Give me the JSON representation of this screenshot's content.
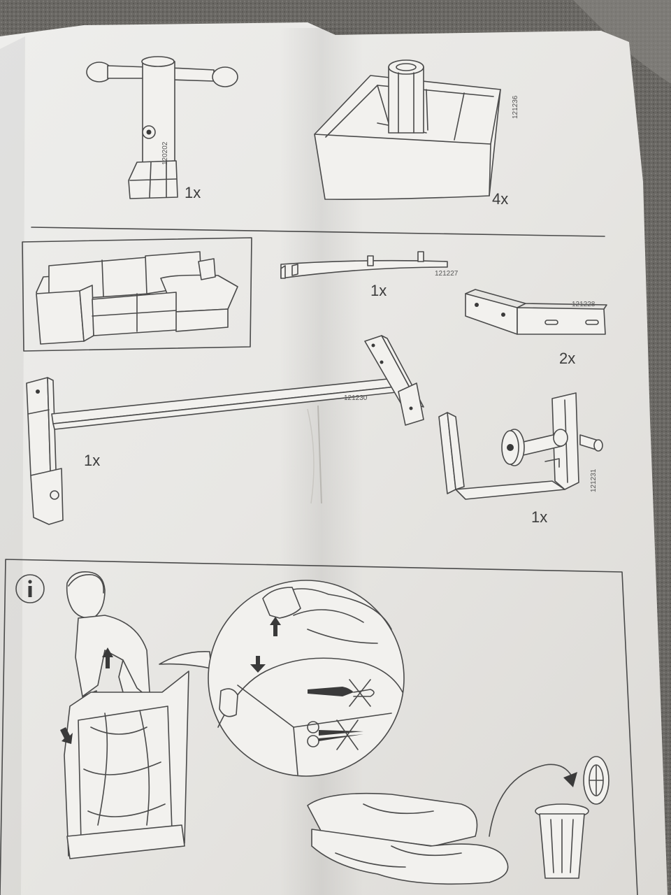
{
  "parts": [
    {
      "code": "120202",
      "qty": "1x"
    },
    {
      "code": "121236",
      "qty": "4x"
    },
    {
      "code": "121227",
      "qty": "1x"
    },
    {
      "code": "121228",
      "qty": "2x"
    },
    {
      "code": "121230",
      "qty": "1x"
    },
    {
      "code": "121231",
      "qty": "1x"
    }
  ],
  "icons": [
    "sofa-illustration",
    "info-icon",
    "no-knife-icon",
    "no-scissors-icon",
    "trash-bin-icon"
  ],
  "colors": {
    "paper": "#efeeeb",
    "ink": "#4a4a4a",
    "background": "#5d5b58"
  }
}
